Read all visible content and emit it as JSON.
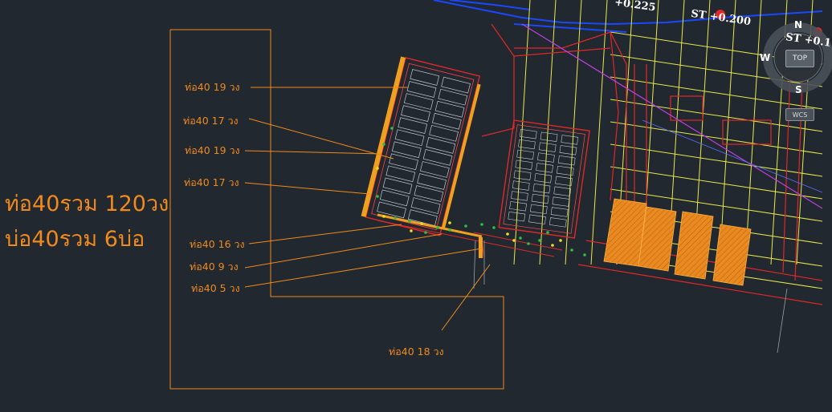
{
  "summary": {
    "pipe_total": "ท่อ40รวม 120วง",
    "pit_total": "บ่อ40รวม 6บ่อ"
  },
  "callouts": [
    "ท่อ40 19 วง",
    "ท่อ40 17 วง",
    "ท่อ40 19 วง",
    "ท่อ40 17 วง",
    "ท่อ40 16 วง",
    "ท่อ40 9 วง",
    "ท่อ40 5 วง",
    "ท่อ40 18 วง"
  ],
  "levels": {
    "level_1": "ST +0.200",
    "level_2": "ST +0.1",
    "level_3": "+0.225"
  },
  "view_cube": {
    "north": "N",
    "south": "S",
    "west": "W",
    "top_label": "TOP",
    "wcs_label": "WCS"
  },
  "colors": {
    "background": "#212830",
    "annotation": "#f08a1c",
    "grid": "#e8e84a",
    "boundary": "#e02828",
    "road": "#1a48ff",
    "diagonal": "#c040e0"
  }
}
